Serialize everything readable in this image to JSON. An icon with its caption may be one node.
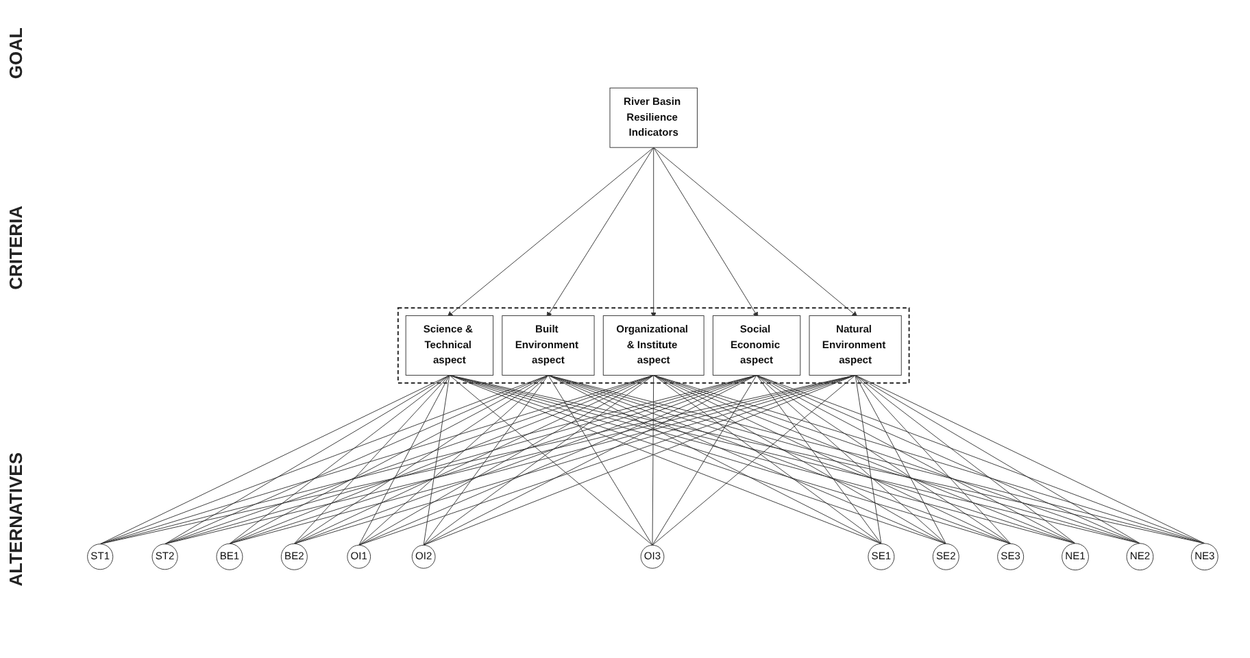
{
  "diagram": {
    "nodes": [
      {
        "text": [
          "River Basin Resilience Indicators"
        ]
      },
      {
        "text": [],
        "shape": "box"
      },
      {
        "text": [
          "Science & Technical aspect"
        ],
        "in": 1
      },
      {
        "text": [
          "Built Environment aspect"
        ],
        "in": 1
      },
      {
        "text": [
          "Organizational & Institute aspect"
        ],
        "in": 1
      },
      {
        "text": [
          "Social Economic aspect"
        ],
        "in": 1
      },
      {
        "text": [
          "Natural Environment aspect"
        ],
        "in": 1
      },
      {
        "text": [
          "ST1"
        ]
      },
      {
        "text": [
          "ST2"
        ]
      },
      {
        "text": [
          "BE1"
        ]
      },
      {
        "text": [
          "BE2"
        ]
      },
      {
        "text": [
          "OI1"
        ]
      },
      {
        "text": [
          "OI2"
        ]
      },
      {
        "text": [
          "OI3"
        ]
      },
      {
        "text": [
          "SE1"
        ]
      },
      {
        "text": [
          "SE2"
        ]
      },
      {
        "text": [
          "SE3"
        ]
      },
      {
        "text": [
          "NE1"
        ]
      },
      {
        "text": [
          "NE2"
        ]
      },
      {
        "text": [
          "NE3"
        ]
      }
    ],
    "edges": [
      {
        "from": 0,
        "to": 2,
        "arrow": "to"
      },
      {
        "from": 0,
        "to": 3,
        "arrow": "to"
      },
      {
        "from": 0,
        "to": 4,
        "arrow": "to"
      },
      {
        "from": 0,
        "to": 5,
        "arrow": "to"
      },
      {
        "from": 0,
        "to": 6,
        "arrow": "to"
      },
      {
        "from": 2,
        "to": 7,
        "arrow": "none"
      },
      {
        "from": 2,
        "to": 8,
        "arrow": "none"
      },
      {
        "from": 2,
        "to": 9,
        "arrow": "none"
      },
      {
        "from": 2,
        "to": 10,
        "arrow": "none"
      },
      {
        "from": 2,
        "to": 11,
        "arrow": "none"
      },
      {
        "from": 2,
        "to": 12,
        "arrow": "none"
      },
      {
        "from": 2,
        "to": 13,
        "arrow": "none"
      },
      {
        "from": 2,
        "to": 14,
        "arrow": "none"
      },
      {
        "from": 2,
        "to": 15,
        "arrow": "none"
      },
      {
        "from": 2,
        "to": 16,
        "arrow": "none"
      },
      {
        "from": 2,
        "to": 17,
        "arrow": "none"
      },
      {
        "from": 2,
        "to": 18,
        "arrow": "none"
      },
      {
        "from": 2,
        "to": 19,
        "arrow": "none"
      },
      {
        "from": 3,
        "to": 7,
        "arrow": "none"
      },
      {
        "from": 3,
        "to": 8,
        "arrow": "none"
      },
      {
        "from": 3,
        "to": 9,
        "arrow": "none"
      },
      {
        "from": 3,
        "to": 10,
        "arrow": "none"
      },
      {
        "from": 3,
        "to": 11,
        "arrow": "none"
      },
      {
        "from": 3,
        "to": 12,
        "arrow": "none"
      },
      {
        "from": 3,
        "to": 13,
        "arrow": "none"
      },
      {
        "from": 3,
        "to": 14,
        "arrow": "none"
      },
      {
        "from": 3,
        "to": 15,
        "arrow": "none"
      },
      {
        "from": 3,
        "to": 16,
        "arrow": "none"
      },
      {
        "from": 3,
        "to": 17,
        "arrow": "none"
      },
      {
        "from": 3,
        "to": 18,
        "arrow": "none"
      },
      {
        "from": 3,
        "to": 19,
        "arrow": "none"
      },
      {
        "from": 4,
        "to": 7,
        "arrow": "none"
      },
      {
        "from": 4,
        "to": 8,
        "arrow": "none"
      },
      {
        "from": 4,
        "to": 9,
        "arrow": "none"
      },
      {
        "from": 4,
        "to": 10,
        "arrow": "none"
      },
      {
        "from": 4,
        "to": 11,
        "arrow": "none"
      },
      {
        "from": 4,
        "to": 12,
        "arrow": "none"
      },
      {
        "from": 4,
        "to": 13,
        "arrow": "none"
      },
      {
        "from": 4,
        "to": 14,
        "arrow": "none"
      },
      {
        "from": 4,
        "to": 15,
        "arrow": "none"
      },
      {
        "from": 4,
        "to": 16,
        "arrow": "none"
      },
      {
        "from": 4,
        "to": 17,
        "arrow": "none"
      },
      {
        "from": 4,
        "to": 18,
        "arrow": "none"
      },
      {
        "from": 4,
        "to": 19,
        "arrow": "none"
      },
      {
        "from": 5,
        "to": 7,
        "arrow": "none"
      },
      {
        "from": 5,
        "to": 8,
        "arrow": "none"
      },
      {
        "from": 5,
        "to": 9,
        "arrow": "none"
      },
      {
        "from": 5,
        "to": 10,
        "arrow": "none"
      },
      {
        "from": 5,
        "to": 11,
        "arrow": "none"
      },
      {
        "from": 5,
        "to": 12,
        "arrow": "none"
      },
      {
        "from": 5,
        "to": 13,
        "arrow": "none"
      },
      {
        "from": 5,
        "to": 14,
        "arrow": "none"
      },
      {
        "from": 5,
        "to": 15,
        "arrow": "none"
      },
      {
        "from": 5,
        "to": 16,
        "arrow": "none"
      },
      {
        "from": 5,
        "to": 17,
        "arrow": "none"
      },
      {
        "from": 5,
        "to": 18,
        "arrow": "none"
      },
      {
        "from": 5,
        "to": 19,
        "arrow": "none"
      },
      {
        "from": 6,
        "to": 7,
        "arrow": "none"
      },
      {
        "from": 6,
        "to": 8,
        "arrow": "none"
      },
      {
        "from": 6,
        "to": 9,
        "arrow": "none"
      },
      {
        "from": 6,
        "to": 10,
        "arrow": "none"
      },
      {
        "from": 6,
        "to": 11,
        "arrow": "none"
      },
      {
        "from": 6,
        "to": 12,
        "arrow": "none"
      },
      {
        "from": 6,
        "to": 13,
        "arrow": "none"
      },
      {
        "from": 6,
        "to": 14,
        "arrow": "none"
      },
      {
        "from": 6,
        "to": 15,
        "arrow": "none"
      },
      {
        "from": 6,
        "to": 16,
        "arrow": "none"
      },
      {
        "from": 6,
        "to": 17,
        "arrow": "none"
      },
      {
        "from": 6,
        "to": 18,
        "arrow": "none"
      },
      {
        "from": 6,
        "to": 19,
        "arrow": "none"
      }
    ],
    "labels": [
      "GOAL",
      "CRITERIA",
      "ALTERNATIVES"
    ]
  }
}
